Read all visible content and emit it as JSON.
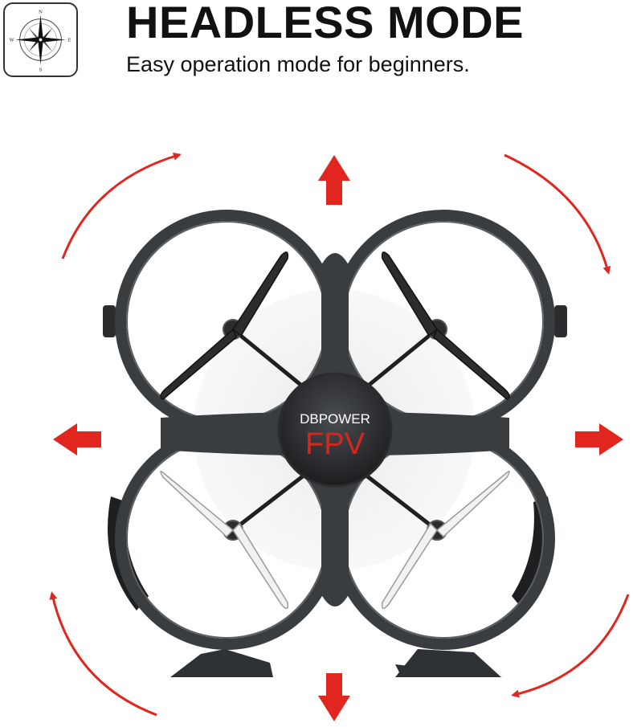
{
  "header": {
    "title": "HEADLESS MODE",
    "subtitle": "Easy operation mode for beginners.",
    "icon": "compass-rose-icon",
    "compass_letters": {
      "north": "N",
      "south": "S",
      "east": "E",
      "west": "W"
    }
  },
  "drone": {
    "brand": "DBPOWER",
    "model": "FPV",
    "front_propeller_color": "#2c2c2c",
    "rear_propeller_color": "#f2f2f2",
    "frame_color": "#3a3d40"
  },
  "colors": {
    "arrow": "#e0261f",
    "model_text": "#d7261e",
    "brand_text": "#ffffff"
  }
}
